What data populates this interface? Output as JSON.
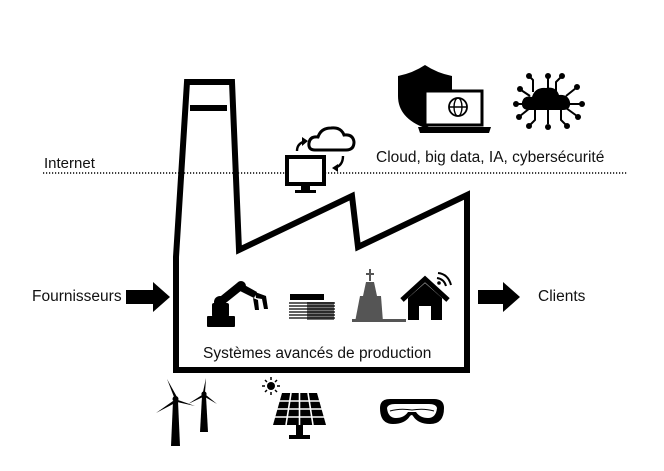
{
  "labels": {
    "internet": "Internet",
    "cloud": "Cloud, big data, IA, cybersécurité",
    "suppliers": "Fournisseurs",
    "clients": "Clients",
    "production": "Systèmes avancés de production"
  },
  "colors": {
    "ink": "#000000",
    "gray": "#555555"
  },
  "icons": {
    "cloud_group": [
      "shield-icon",
      "laptop-globe-icon",
      "cloud-network-icon",
      "computer-cloud-sync-icon"
    ],
    "production": [
      "robot-arm-icon",
      "layers-3d-print-icon",
      "wind-turbine-drill-icon",
      "smart-home-icon"
    ],
    "energy": [
      "wind-turbines-icon",
      "solar-panel-icon",
      "vr-headset-icon"
    ]
  }
}
